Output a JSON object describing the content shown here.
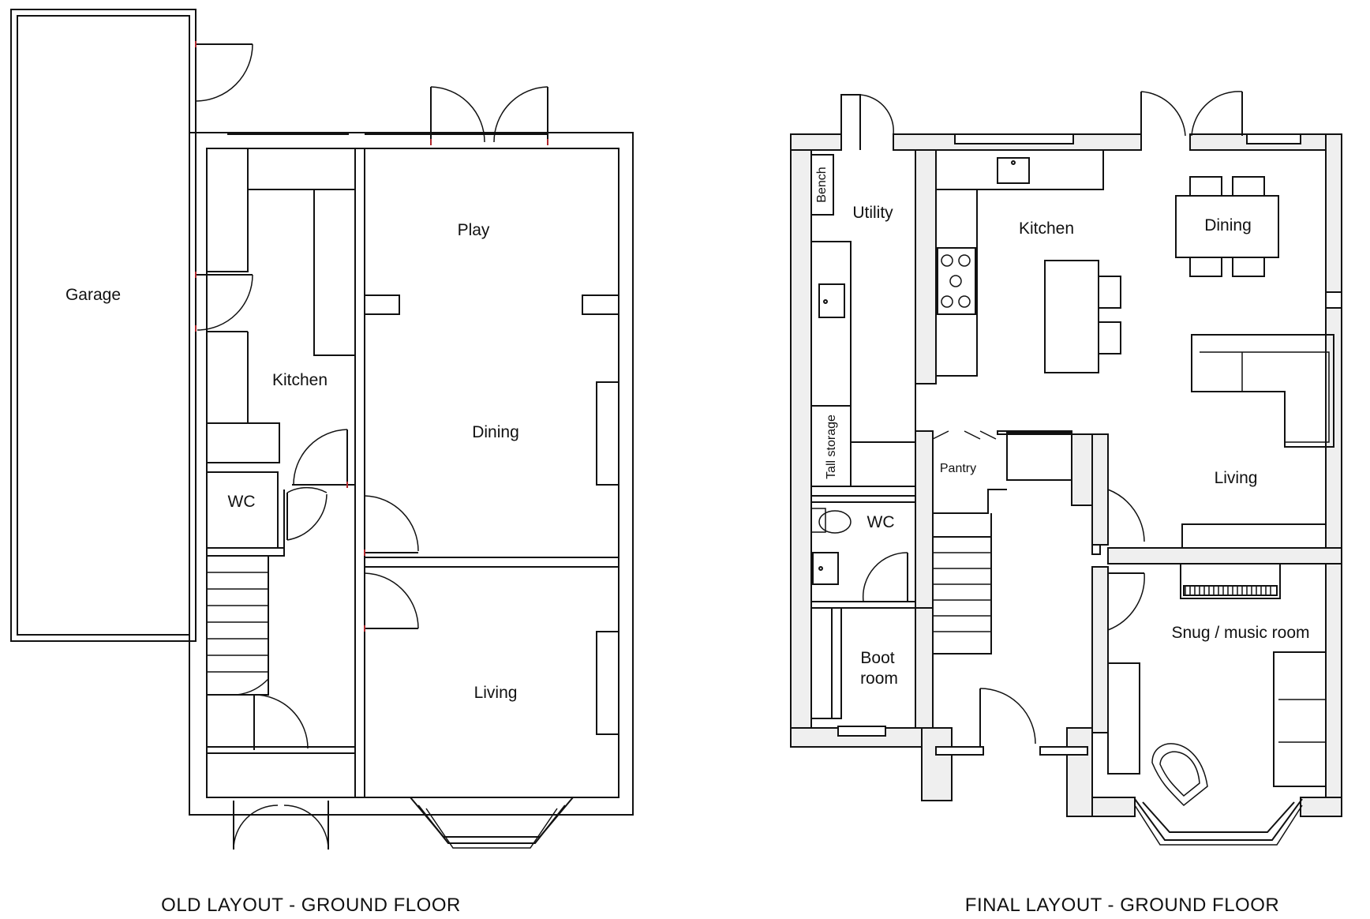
{
  "old_layout": {
    "caption": "OLD LAYOUT - GROUND FLOOR",
    "rooms": {
      "garage": "Garage",
      "play": "Play",
      "kitchen": "Kitchen",
      "dining": "Dining",
      "wc": "WC",
      "living": "Living"
    }
  },
  "final_layout": {
    "caption": "FINAL LAYOUT - GROUND FLOOR",
    "rooms": {
      "bench": "Bench",
      "utility": "Utility",
      "kitchen": "Kitchen",
      "dining": "Dining",
      "tall_storage": "Tall storage",
      "pantry": "Pantry",
      "living": "Living",
      "wc": "WC",
      "boot_room_line1": "Boot",
      "boot_room_line2": "room",
      "snug": "Snug / music room"
    }
  },
  "colors": {
    "wall_fill": "#efefef",
    "line": "#111111",
    "door_marker": "#b0262b"
  }
}
